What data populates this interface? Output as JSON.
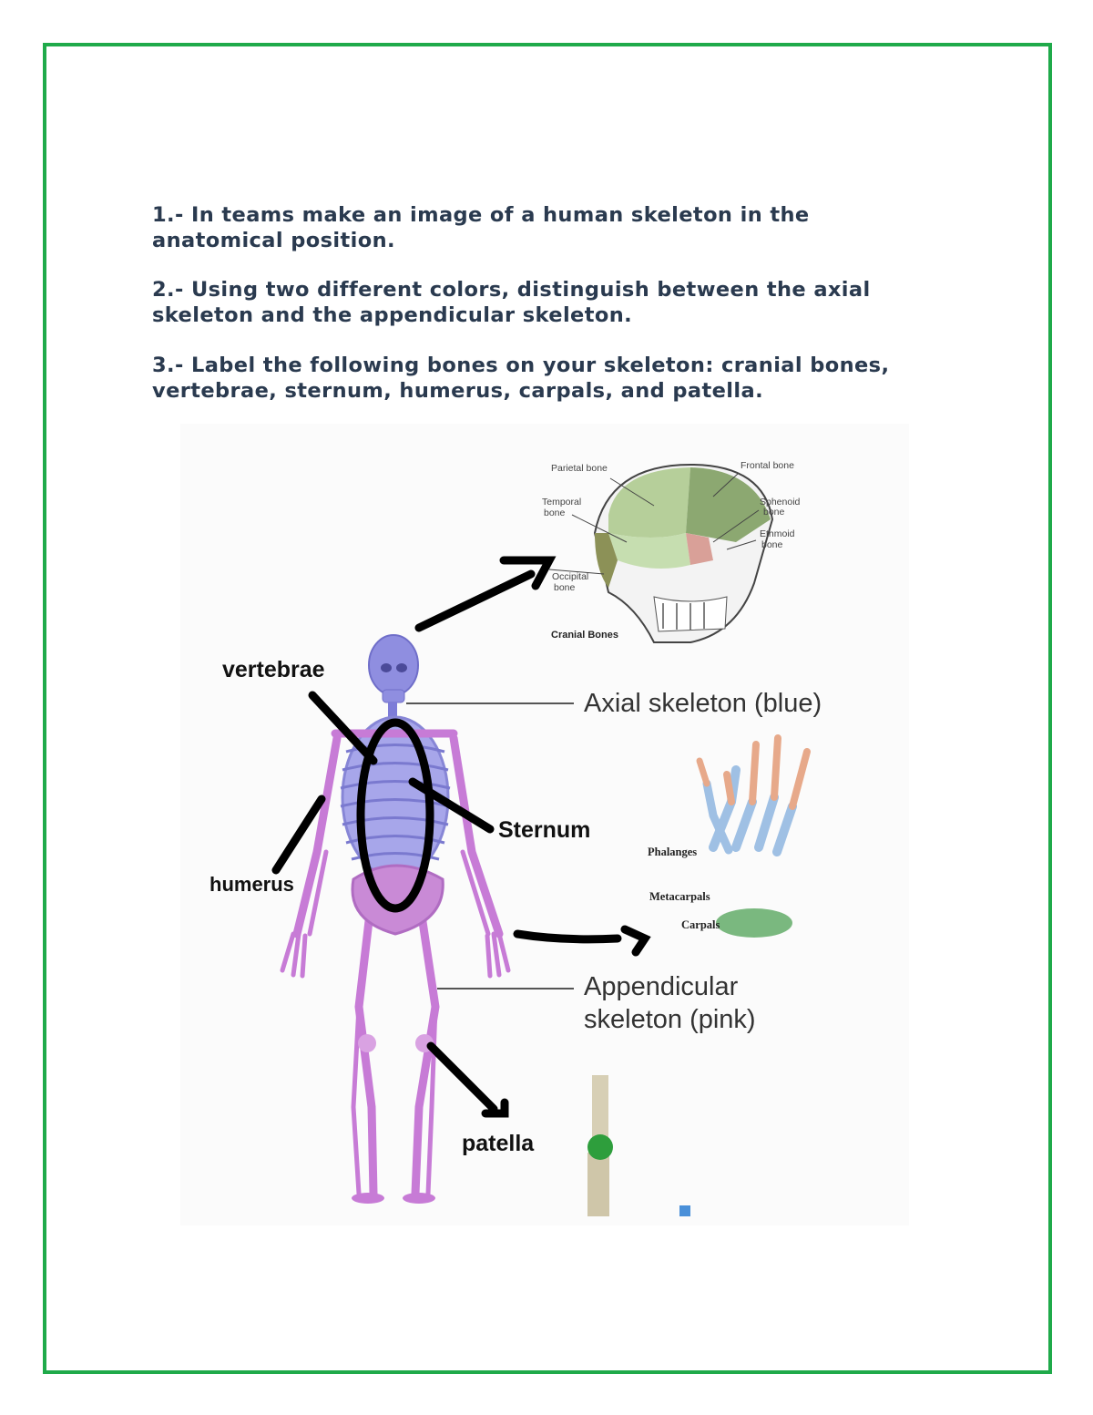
{
  "instructions": [
    {
      "text": "1.- In teams make an image of a human skeleton in the anatomical position."
    },
    {
      "text": "2.- Using two different colors, distinguish between the axial skeleton and the appendicular skeleton."
    },
    {
      "text": "3.- Label the following bones on your skeleton: cranial bones, vertebrae, sternum, humerus, carpals, and patella."
    }
  ],
  "figure": {
    "labels": {
      "vertebrae": "vertebrae",
      "sternum": "Sternum",
      "humerus": "humerus",
      "patella": "patella",
      "axial": "Axial skeleton (blue)",
      "appendicular_line1": "Appendicular",
      "appendicular_line2": "skeleton (pink)"
    },
    "skull_diagram": {
      "title": "Cranial Bones",
      "parietal": "Parietal bone",
      "frontal": "Frontal bone",
      "temporal_1": "Temporal",
      "temporal_2": "bone",
      "sphenoid_1": "Sphenoid",
      "sphenoid_2": "bone",
      "ethmoid_1": "Ethmoid",
      "ethmoid_2": "bone",
      "occipital_1": "Occipital",
      "occipital_2": "bone"
    },
    "hand_diagram": {
      "phalanges": "Phalanges",
      "metacarpals": "Metacarpals",
      "carpals": "Carpals"
    },
    "colors": {
      "frame": "#1faa4a",
      "axial": "#8f8ee0",
      "appendicular": "#c77bd6",
      "annotation": "#000000"
    }
  }
}
